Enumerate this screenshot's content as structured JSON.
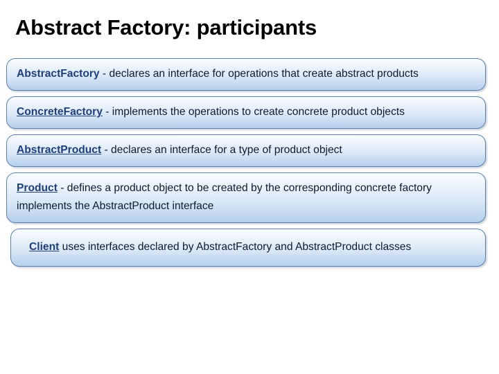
{
  "slide": {
    "title": "Abstract Factory: participants",
    "background_color": "#ffffff",
    "title_color": "#000000",
    "box_border_color": "#5a7fae",
    "box_gradient_top": "#fbfdff",
    "box_gradient_bottom": "#b6cfeb",
    "term_color": "#1f3f7a",
    "body_text_color": "#0d1b2e"
  },
  "participants": [
    {
      "term": "AbstractFactory",
      "underlined": false,
      "description": " - declares an interface for operations that create abstract products"
    },
    {
      "term": "ConcreteFactory",
      "underlined": true,
      "description": "  - implements the operations to create concrete product objects"
    },
    {
      "term": "AbstractProduct",
      "underlined": true,
      "description": "  - declares an interface for a type of product object"
    },
    {
      "term": "Product",
      "underlined": true,
      "description": "  - defines a product object to be created by the corresponding concrete factory implements the AbstractProduct interface"
    },
    {
      "term": "Client",
      "underlined": true,
      "description": "  uses interfaces declared by AbstractFactory and AbstractProduct classes"
    }
  ]
}
